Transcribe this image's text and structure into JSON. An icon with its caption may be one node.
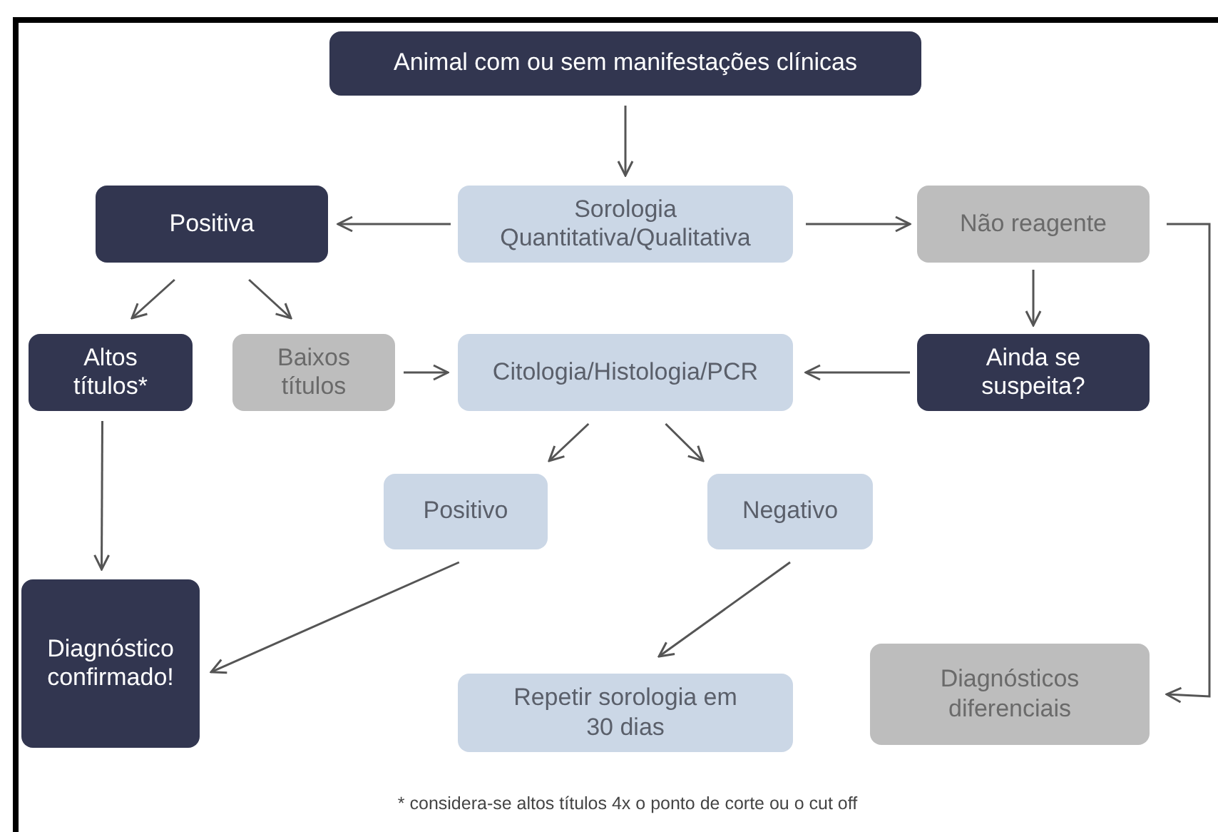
{
  "diagram": {
    "nodes": [
      {
        "text": [
          "Animal com ou sem manifestações clínicas"
        ]
      },
      {
        "text": [
          "Sorologia Quantitativa/Qualitativa"
        ]
      },
      {
        "text": [
          "Positiva"
        ]
      },
      {
        "text": [
          "Não reagente"
        ]
      },
      {
        "text": [
          "Altos títulos*"
        ]
      },
      {
        "text": [
          "Baixos títulos"
        ]
      },
      {
        "text": [
          "Citologia/Histologia/PCR"
        ]
      },
      {
        "text": [
          "Ainda se suspeita?"
        ]
      },
      {
        "text": [
          "Positivo"
        ]
      },
      {
        "text": [
          "Negativo"
        ]
      },
      {
        "text": [
          "Diagnóstico confirmado!"
        ]
      },
      {
        "text": [
          "Repetir sorologia em 30 dias"
        ]
      },
      {
        "text": [
          "Diagnósticos diferenciais"
        ]
      }
    ],
    "edges": [
      {
        "from": 0,
        "to": 1,
        "arrow": "to"
      },
      {
        "from": 1,
        "to": 2,
        "arrow": "to"
      },
      {
        "from": 1,
        "to": 3,
        "arrow": "to"
      },
      {
        "from": 2,
        "to": 4,
        "arrow": "to"
      },
      {
        "from": 2,
        "to": 5,
        "arrow": "to"
      },
      {
        "from": 5,
        "to": 6,
        "arrow": "to"
      },
      {
        "from": 7,
        "to": 6,
        "arrow": "to"
      },
      {
        "from": 3,
        "to": 7,
        "arrow": "to"
      },
      {
        "from": 6,
        "to": 8,
        "arrow": "to"
      },
      {
        "from": 6,
        "to": 9,
        "arrow": "to"
      },
      {
        "from": 4,
        "to": 10,
        "arrow": "to"
      },
      {
        "from": 8,
        "to": 10,
        "arrow": "to"
      },
      {
        "from": 9,
        "to": 11,
        "arrow": "to"
      },
      {
        "from": 3,
        "to": 12,
        "arrow": "to"
      }
    ],
    "labels": [
      "* considera-se altos títulos 4x o ponto de corte ou o cut off"
    ]
  }
}
